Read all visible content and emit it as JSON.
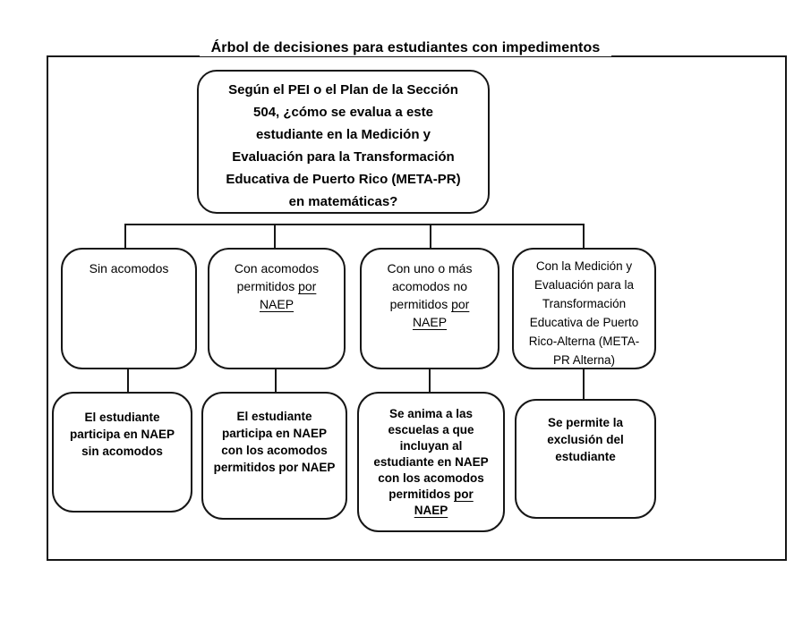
{
  "title": "Árbol de decisiones para estudiantes con impedimentos",
  "root_question": {
    "text": "Según el PEI o el Plan de la Sección\n504, ¿cómo se evalua a este\nestudiante en la Medición y\nEvaluación para la Transformación\nEducativa de Puerto Rico (META-PR)\nen matemáticas?"
  },
  "branches": [
    {
      "label": "Sin acomodos"
    },
    {
      "line1": "Con acomodos",
      "line2_text": "permitidos ",
      "line2_underline": "por",
      "line3_underline": "NAEP"
    },
    {
      "line1": "Con uno o más",
      "line2": "acomodos no",
      "line3_text": "permitidos ",
      "line3_underline": "por",
      "line4_underline": "NAEP"
    },
    {
      "label": "Con la Medición y\nEvaluación para la\nTransformación\nEducativa de Puerto\nRico-Alterna (META-\nPR Alterna)"
    }
  ],
  "outcomes": [
    {
      "label": "El estudiante\nparticipa en NAEP\nsin acomodos"
    },
    {
      "label": "El estudiante\nparticipa en NAEP\ncon los acomodos\npermitidos por NAEP"
    },
    {
      "line1": "Se anima a las",
      "line2": "escuelas a que",
      "line3": "incluyan al",
      "line4": "estudiante en NAEP",
      "line5": "con los acomodos",
      "line6_text": "permitidos ",
      "line6_underline": "por",
      "line7_underline": "NAEP"
    },
    {
      "label": "Se permite la\nexclusión del\nestudiante"
    }
  ]
}
